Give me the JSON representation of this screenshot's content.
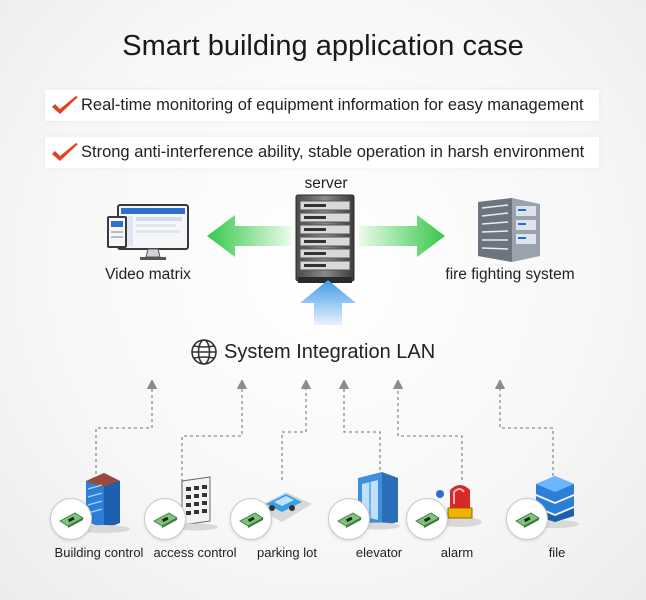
{
  "title": "Smart building application case",
  "features": [
    "Real-time monitoring of equipment information for easy management",
    "Strong anti-interference ability, stable operation in harsh environment"
  ],
  "nodes": {
    "server": "server",
    "video_matrix": "Video matrix",
    "fire_fighting": "fire fighting system"
  },
  "network": {
    "label": "System Integration LAN"
  },
  "devices": [
    "Building control",
    "access control",
    "parking lot",
    "elevator",
    "alarm",
    "file"
  ],
  "colors": {
    "check": "#e0441e",
    "arrow_green": "#36c74a",
    "arrow_blue": "#3e9be8",
    "dashed": "#8c8c8c"
  }
}
